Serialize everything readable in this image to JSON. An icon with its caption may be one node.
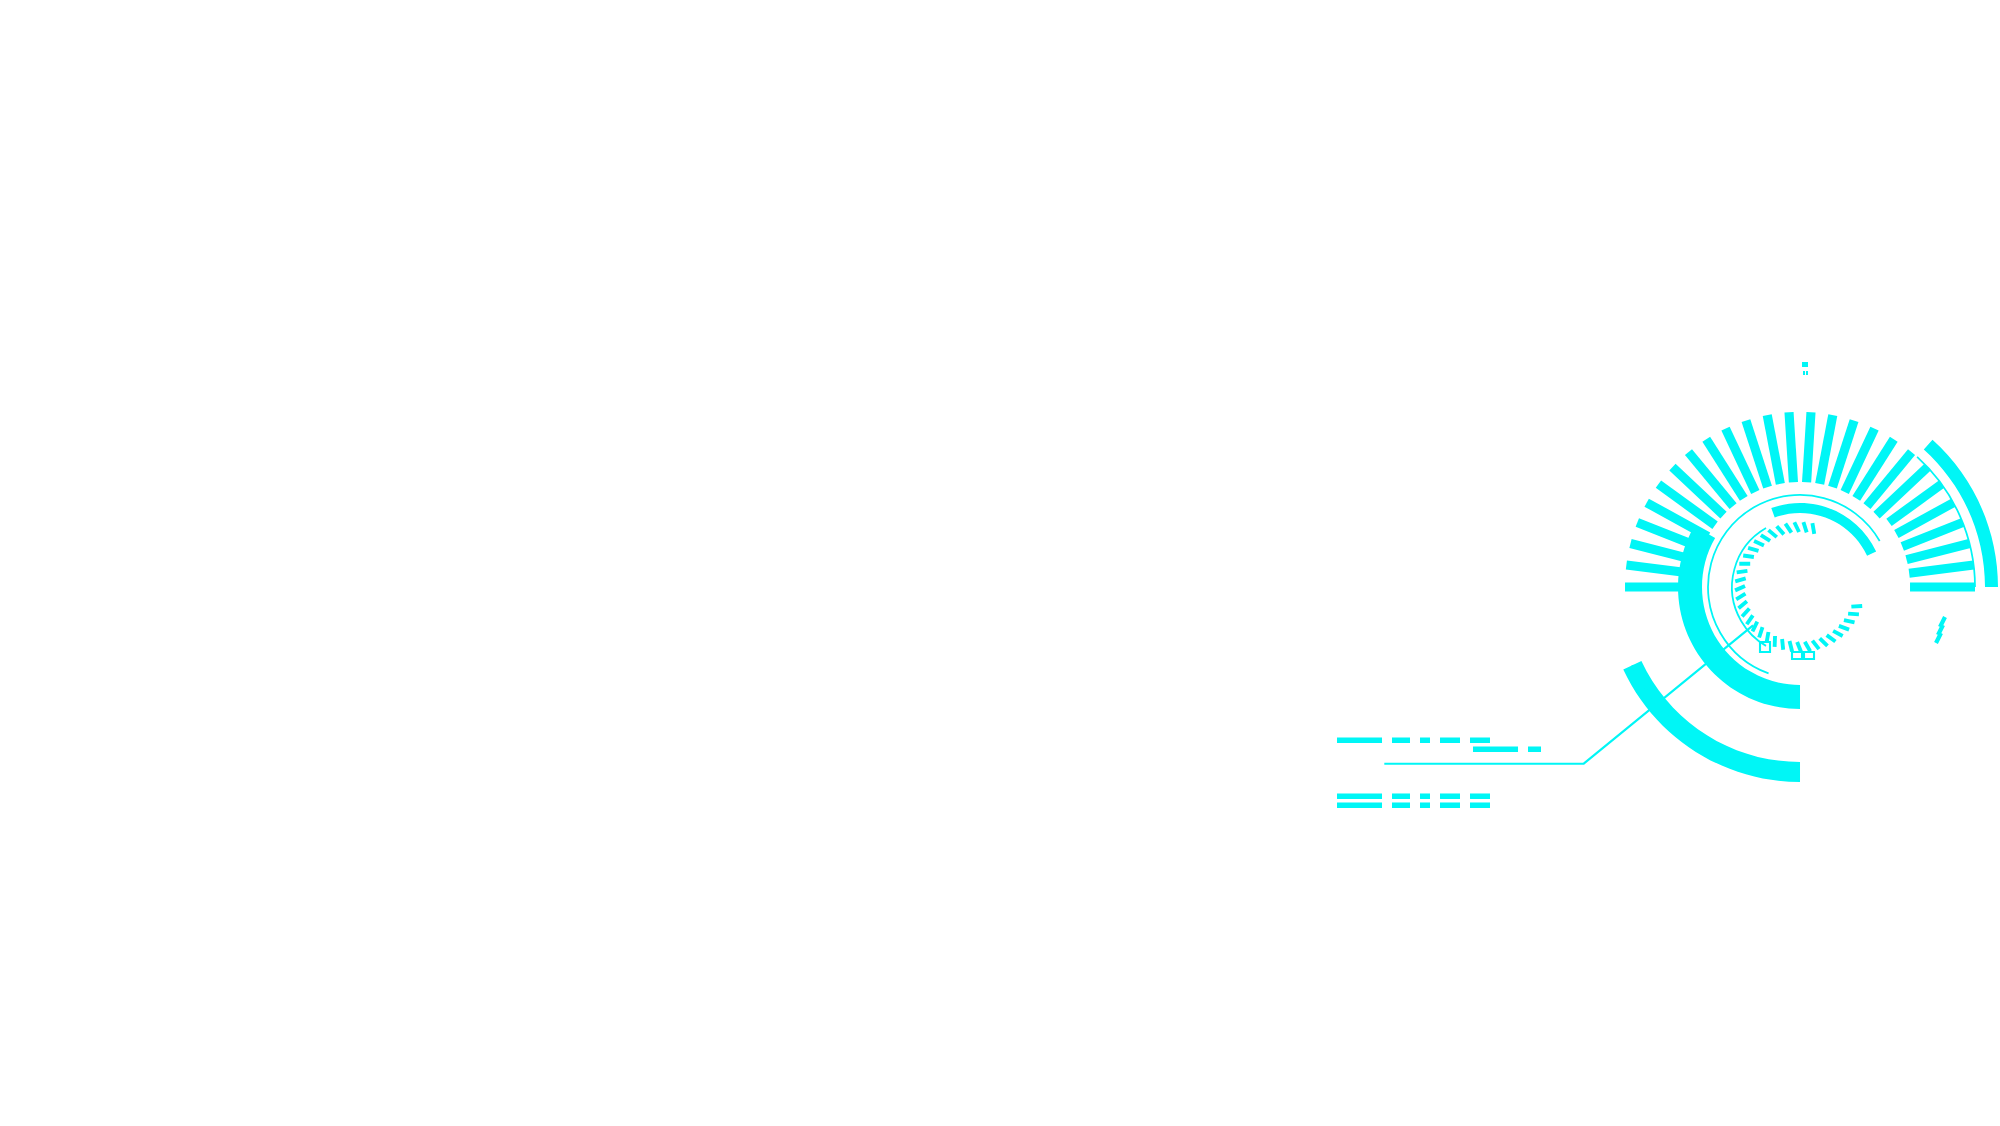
{
  "diagram": {
    "nodes": [
      {
        "text": [],
        "shape": "picture"
      },
      {
        "text": [],
        "shape": "bar"
      }
    ],
    "edges": [
      {
        "from": 1,
        "to": 0,
        "arrow": "none"
      }
    ]
  }
}
